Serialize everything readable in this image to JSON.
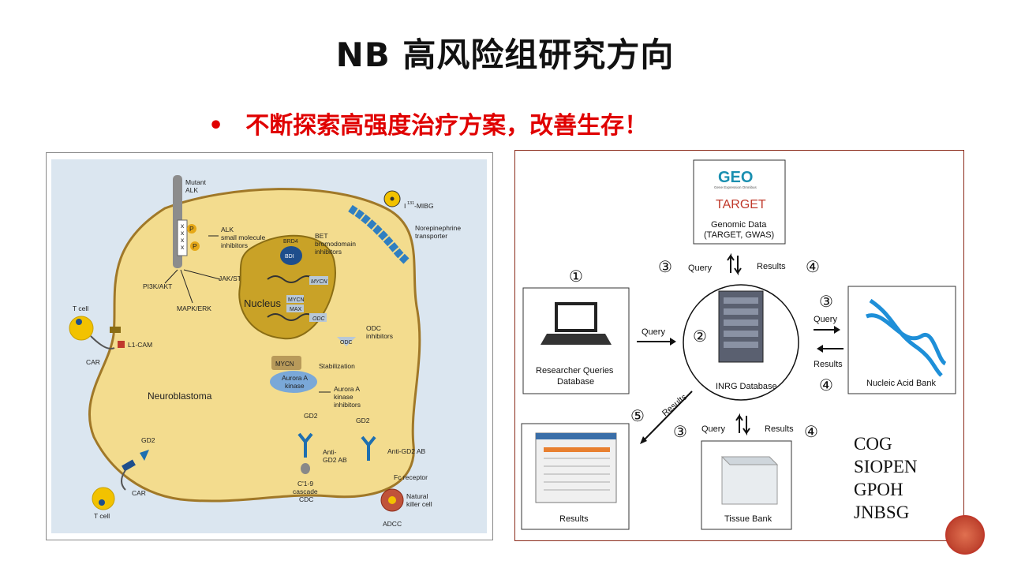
{
  "title": "NB  高风险组研究方向",
  "bullet": {
    "dot": "•",
    "text": "不断探索高强度治疗方案，改善生存！"
  },
  "left_diagram": {
    "labels": {
      "mutant_alk": "Mutant",
      "mutant_alk2": "ALK",
      "alk_inhib1": "ALK",
      "alk_inhib2": "small molecule",
      "alk_inhib3": "inhibitors",
      "pi3k": "PI3K/AKT",
      "jak": "JAK/STAT",
      "mapk": "MAPK/ERK",
      "bet1": "BET",
      "bet2": "bromodomain",
      "bet3": "inhibitors",
      "brd4": "BRD4",
      "bdi": "BDI",
      "mycn_gene": "MYCN",
      "nucleus": "Nucleus",
      "mycn_box": "MYCN",
      "max_box": "MAX",
      "odc_gene": "ODC",
      "odc_prot": "ODC",
      "odc_inhib1": "ODC",
      "odc_inhib2": "inhibitors",
      "mibg1": "I",
      "mibg_sup": "131",
      "mibg2": "-MIBG",
      "net1": "Norepinephrine",
      "net2": "transporter",
      "tcell_top": "T cell",
      "car_top": "CAR",
      "l1cam": "L1-CAM",
      "mycn_prot": "MYCN",
      "stabilization": "Stabilization",
      "aurora1": "Aurora A",
      "aurora2": "kinase",
      "aurora_inhib1": "Aurora A",
      "aurora_inhib2": "kinase",
      "aurora_inhib3": "inhibitors",
      "neuroblastoma": "Neuroblastoma",
      "gd2_left": "GD2",
      "car_bottom": "CAR",
      "tcell_bottom": "T cell",
      "gd2_mid": "GD2",
      "anti_gd2_1": "Anti-",
      "anti_gd2_2": "GD2 AB",
      "c19_1": "C'1-9",
      "c19_2": "cascade",
      "c19_3": "CDC",
      "gd2_right": "GD2",
      "anti_gd2_ab": "Anti-GD2 AB",
      "fc": "Fc receptor",
      "nk1": "Natural",
      "nk2": "killer cell",
      "adcc": "ADCC",
      "p": "P"
    }
  },
  "right_diagram": {
    "geo_logo": "GEO",
    "geo_sub": "Gene Expression Omnibus",
    "target_logo": "TARGET",
    "genomic1": "Genomic Data",
    "genomic2": "(TARGET, GWAS)",
    "query": "Query",
    "results": "Results",
    "n1": "①",
    "n2": "②",
    "n3": "③",
    "n4": "④",
    "n5": "⑤",
    "researcher1": "Researcher Queries",
    "researcher2": "Database",
    "inrg": "INRG Database",
    "nucleic": "Nucleic Acid Bank",
    "results_box": "Results",
    "tissue": "Tissue Bank"
  },
  "orgs": [
    "COG",
    "SIOPEN",
    "GPOH",
    "JNBSG"
  ]
}
